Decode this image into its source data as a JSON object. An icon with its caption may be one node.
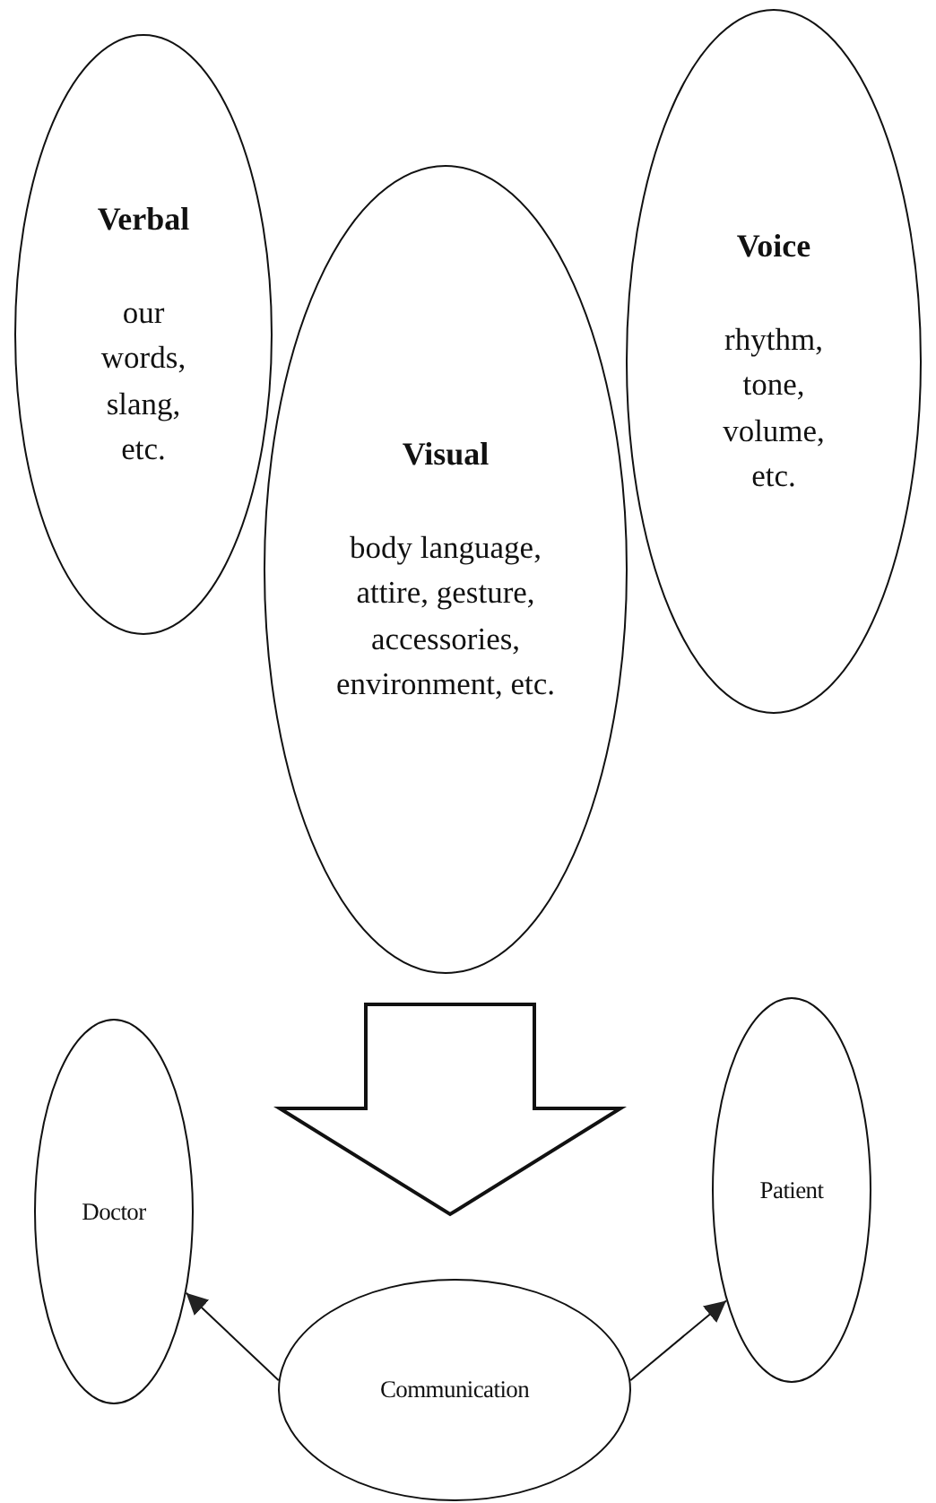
{
  "diagram": {
    "nodes": [
      {
        "text": [
          "Verbal",
          "our words, slang, etc."
        ]
      },
      {
        "text": [
          "Visual",
          "body language, attire, gesture, accessories, environment, etc."
        ]
      },
      {
        "text": [
          "Voice",
          "rhythm, tone, volume, etc."
        ]
      },
      {
        "text": [
          "Doctor"
        ]
      },
      {
        "text": [
          "Patient"
        ]
      },
      {
        "text": [
          "Communication"
        ]
      }
    ],
    "edges": [
      {
        "from": 1,
        "to": 5,
        "arrow": "to",
        "style": "thick"
      },
      {
        "from": 5,
        "to": 3,
        "arrow": "to"
      },
      {
        "from": 5,
        "to": 4,
        "arrow": "to"
      }
    ]
  }
}
